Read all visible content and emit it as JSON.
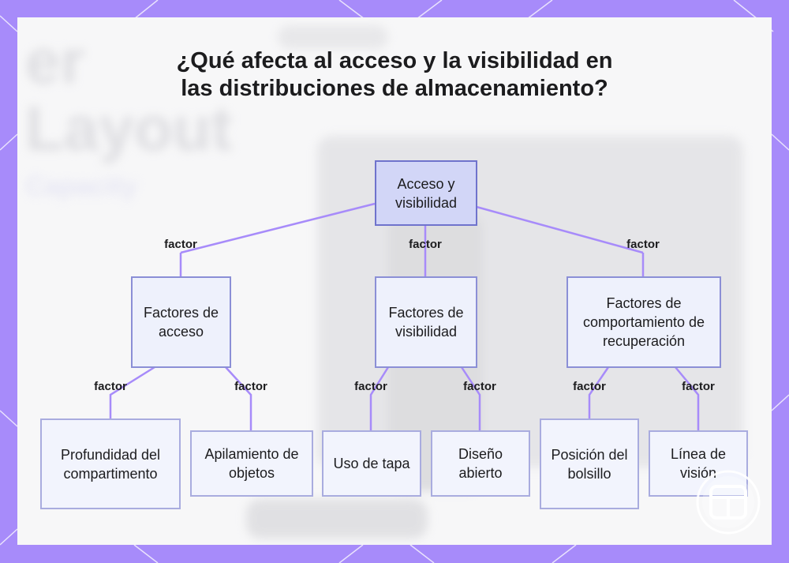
{
  "title": "¿Qué afecta al acceso y la visibilidad en las distribuciones de almacenamiento?",
  "edge_label": "factor",
  "nodes": {
    "root": "Acceso y visibilidad",
    "access_factors": "Factores de acceso",
    "visibility_factors": "Factores de visibilidad",
    "retrieval_factors": "Factores de comportamiento de recuperación",
    "compartment_depth": "Profundidad del compartimento",
    "object_stacking": "Apilamiento de objetos",
    "lid_use": "Uso de tapa",
    "open_design": "Diseño abierto",
    "pocket_position": "Posición del bolsillo",
    "line_of_sight": "Línea de visión"
  },
  "colors": {
    "frame": "#a78bfa",
    "connector": "#a78bfa",
    "root_fill": "#d2d6f7",
    "node_fill": "#eef1fc",
    "node_border": "#8b8fd6"
  },
  "icons": {
    "watermark": "storage-box-icon"
  }
}
